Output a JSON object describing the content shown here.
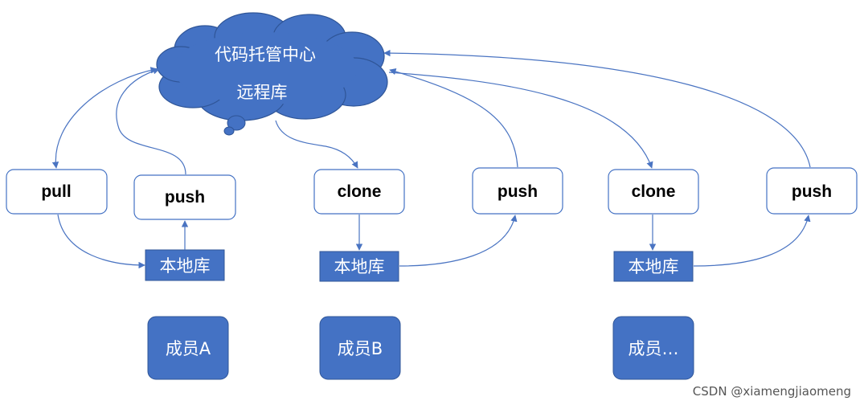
{
  "cloud": {
    "line1": "代码托管中心",
    "line2": "远程库"
  },
  "groups": [
    {
      "ops": [
        "pull",
        "push"
      ],
      "local_repo": "本地库",
      "member": "成员A"
    },
    {
      "ops": [
        "clone",
        "push"
      ],
      "local_repo": "本地库",
      "member": "成员B"
    },
    {
      "ops": [
        "clone",
        "push"
      ],
      "local_repo": "本地库",
      "member": "成员…"
    }
  ],
  "watermark": "CSDN @xiamengjiaomeng",
  "colors": {
    "cloud_fill": "#4472c4",
    "box_fill": "#4472c4",
    "member_fill": "#4472c4",
    "node_border": "#4472c4",
    "arrow": "#4a74c2"
  }
}
